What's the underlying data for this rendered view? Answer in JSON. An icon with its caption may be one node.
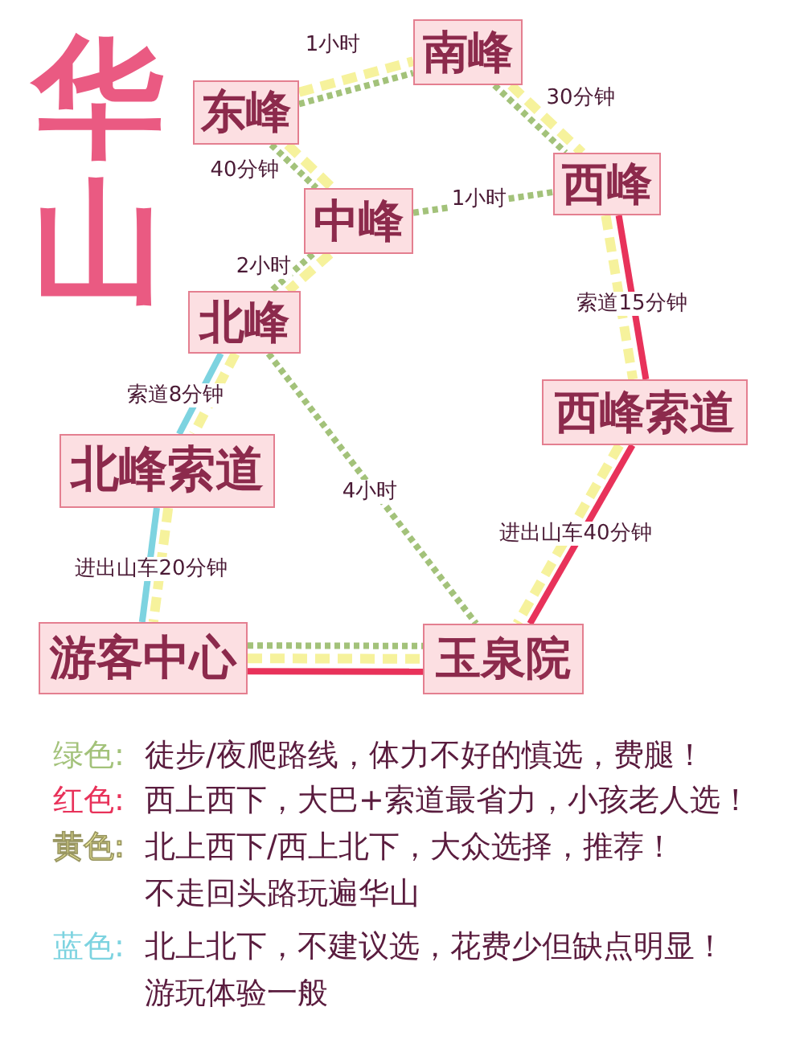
{
  "diagram": {
    "title": "华山",
    "nodes": [
      {
        "text": [
          "南峰"
        ]
      },
      {
        "text": [
          "东峰"
        ]
      },
      {
        "text": [
          "西峰"
        ]
      },
      {
        "text": [
          "中峰"
        ]
      },
      {
        "text": [
          "北峰"
        ]
      },
      {
        "text": [
          "西峰索道"
        ]
      },
      {
        "text": [
          "北峰索道"
        ]
      },
      {
        "text": [
          "游客中心"
        ]
      },
      {
        "text": [
          "玉泉院"
        ]
      }
    ],
    "edges": [
      {
        "from": 1,
        "to": 0,
        "arrow": "none",
        "label": "1小时",
        "style": "dashed",
        "color": "#a3c27a"
      },
      {
        "from": 1,
        "to": 0,
        "arrow": "none",
        "style": "dashed"
      },
      {
        "from": 0,
        "to": 2,
        "arrow": "none",
        "label": "30分钟",
        "style": "dashed",
        "color": "#a3c27a"
      },
      {
        "from": 0,
        "to": 2,
        "arrow": "none",
        "style": "dashed"
      },
      {
        "from": 1,
        "to": 3,
        "arrow": "none",
        "label": "40分钟",
        "style": "dashed",
        "color": "#a3c27a"
      },
      {
        "from": 1,
        "to": 3,
        "arrow": "none",
        "style": "dashed"
      },
      {
        "from": 3,
        "to": 2,
        "arrow": "none",
        "label": "1小时",
        "style": "dashed",
        "color": "#a3c27a"
      },
      {
        "from": 3,
        "to": 4,
        "arrow": "none",
        "label": "2小时",
        "style": "dashed",
        "color": "#a3c27a"
      },
      {
        "from": 3,
        "to": 4,
        "arrow": "none",
        "style": "dashed"
      },
      {
        "from": 4,
        "to": 8,
        "arrow": "none",
        "label": "4小时",
        "style": "dashed",
        "color": "#a3c27a"
      },
      {
        "from": 7,
        "to": 8,
        "arrow": "none",
        "style": "dashed",
        "color": "#a3c27a"
      },
      {
        "from": 7,
        "to": 8,
        "arrow": "none",
        "style": "dashed"
      },
      {
        "from": 7,
        "to": 8,
        "arrow": "none",
        "color": "#e8325a"
      },
      {
        "from": 2,
        "to": 5,
        "arrow": "none",
        "style": "dashed"
      },
      {
        "from": 2,
        "to": 5,
        "arrow": "none",
        "label": "索道15分钟",
        "color": "#e8325a"
      },
      {
        "from": 5,
        "to": 8,
        "arrow": "none",
        "style": "dashed"
      },
      {
        "from": 5,
        "to": 8,
        "arrow": "none",
        "label": "进出山车40分钟",
        "color": "#e8325a"
      },
      {
        "from": 4,
        "to": 6,
        "arrow": "none",
        "style": "dashed"
      },
      {
        "from": 4,
        "to": 6,
        "arrow": "none",
        "label": "索道8分钟",
        "color": "#7dd3e0"
      },
      {
        "from": 6,
        "to": 7,
        "arrow": "none",
        "style": "dashed"
      },
      {
        "from": 6,
        "to": 7,
        "arrow": "none",
        "label": "进出山车20分钟",
        "color": "#7dd3e0"
      }
    ],
    "labels": [
      "绿色:",
      "红色:",
      "黄色:",
      "蓝色:"
    ],
    "legend": [
      {
        "text": "徒步/夜爬路线，体力不好的慎选，费腿！",
        "color": "#a3c27a"
      },
      {
        "text": "西上西下，大巴+索道最省力，小孩老人选！",
        "color": "#e8325a"
      },
      {
        "text": "北上西下/西上北下，大众选择，推荐！不走回头路玩遍华山",
        "color": "#f6f29c"
      },
      {
        "text": "北上北下，不建议选，花费少但缺点明显！游玩体验一般",
        "color": "#7dd3e0"
      }
    ]
  }
}
